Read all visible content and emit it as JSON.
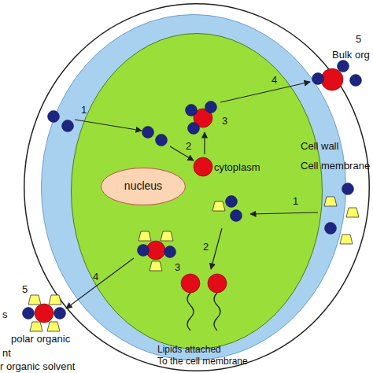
{
  "diagram": {
    "nodes": [
      {
        "text": [
          "Cell wall"
        ]
      },
      {
        "text": [
          "Cell membrane"
        ],
        "in": 0
      },
      {
        "text": [
          "cytoplasm"
        ],
        "in": 1
      },
      {
        "text": [
          "nucleus"
        ],
        "in": 2
      }
    ],
    "labels": [
      "5",
      "Bulk org",
      "4",
      "1",
      "3",
      "2",
      "1",
      "2",
      "3",
      "4",
      "5",
      "s",
      "polar organic",
      "Lipids attached To the cell membrane",
      "nt",
      "r organic solvent"
    ]
  }
}
